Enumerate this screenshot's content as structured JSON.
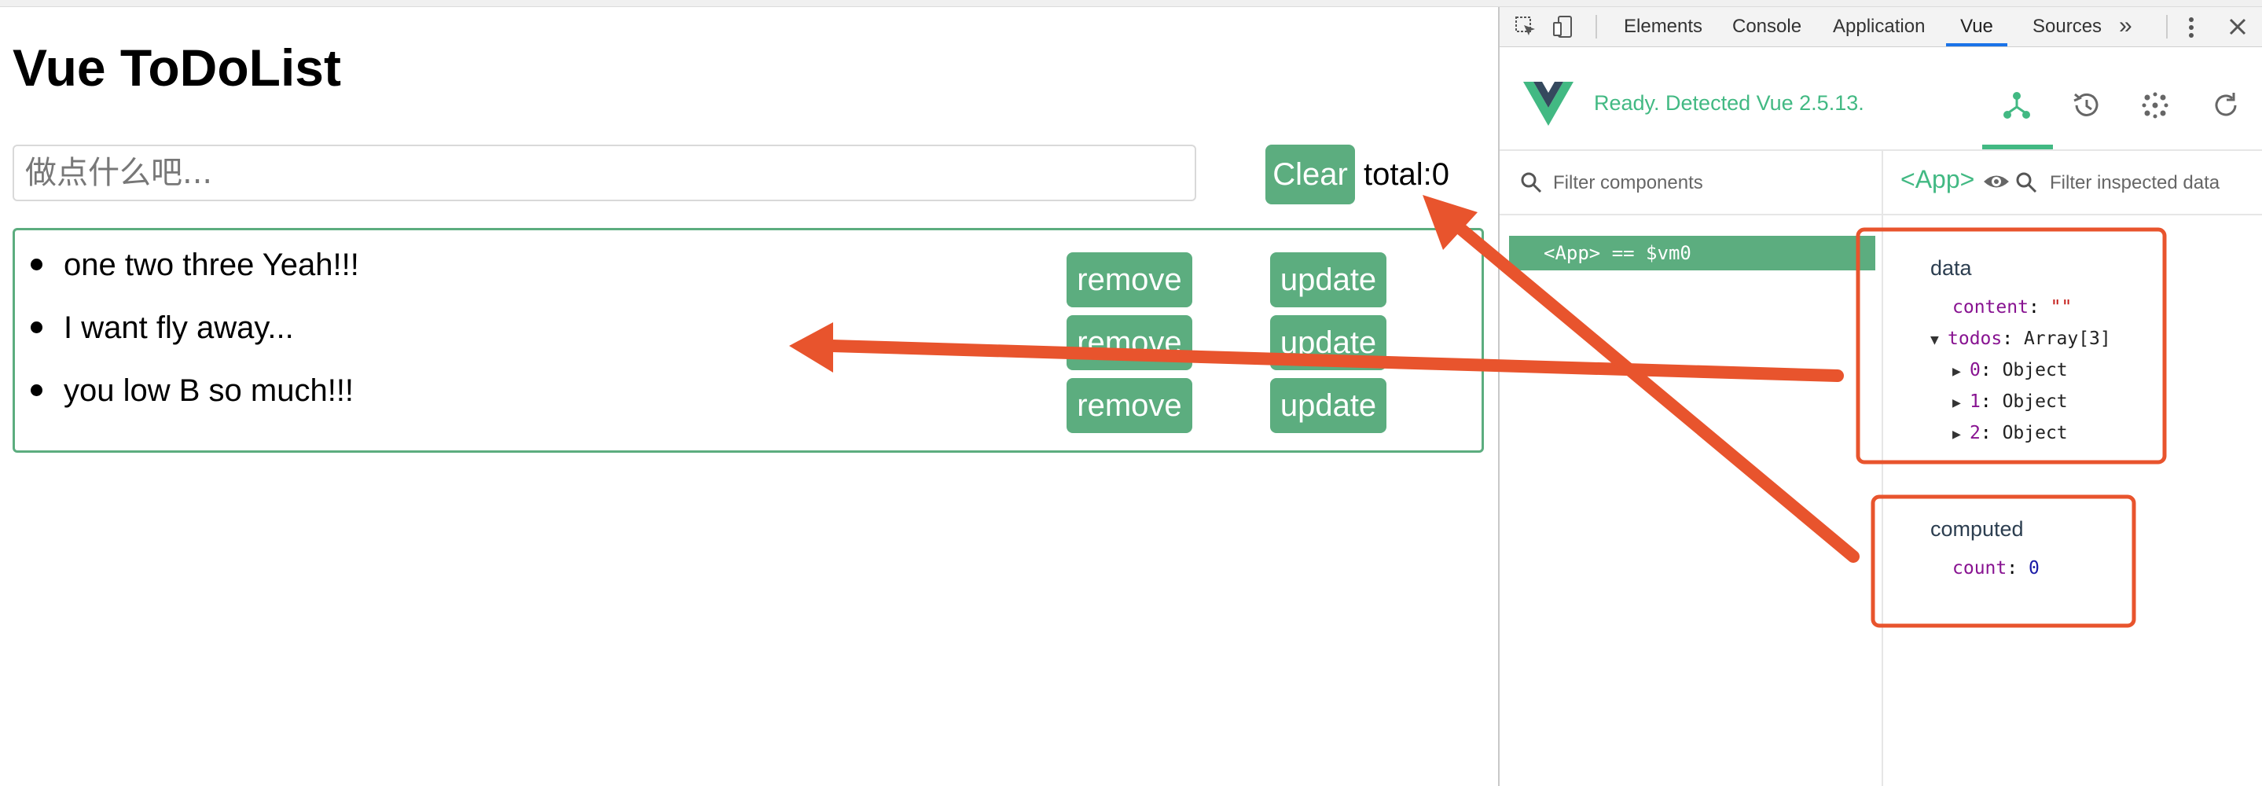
{
  "app": {
    "title": "Vue ToDoList",
    "input": {
      "placeholder": "做点什么吧...",
      "value": ""
    },
    "clear_label": "Clear",
    "total_label": "total:",
    "total_count": "0",
    "todos": [
      {
        "text": "one two three Yeah!!!",
        "remove_label": "remove",
        "update_label": "update"
      },
      {
        "text": "I want fly away...",
        "remove_label": "remove",
        "update_label": "update"
      },
      {
        "text": "you low B so much!!!",
        "remove_label": "remove",
        "update_label": "update"
      }
    ]
  },
  "devtools": {
    "tabs": [
      {
        "label": "Elements",
        "active": false
      },
      {
        "label": "Console",
        "active": false
      },
      {
        "label": "Application",
        "active": false
      },
      {
        "label": "Vue",
        "active": true
      },
      {
        "label": "Sources",
        "active": false
      }
    ],
    "more_label": "»",
    "vue_status": "Ready. Detected Vue 2.5.13.",
    "component_filter_placeholder": "Filter components",
    "tree_root": "<App> == $vm0",
    "inspected_tag": "<App>",
    "data_filter_placeholder": "Filter inspected data",
    "data_section": {
      "title": "data",
      "content_key": "content",
      "content_value": "\"\"",
      "todos_key": "todos",
      "todos_value": "Array[3]",
      "items": [
        {
          "key": "0",
          "value": "Object"
        },
        {
          "key": "1",
          "value": "Object"
        },
        {
          "key": "2",
          "value": "Object"
        }
      ]
    },
    "computed_section": {
      "title": "computed",
      "count_key": "count",
      "count_value": "0"
    }
  },
  "colors": {
    "button_green": "#5cad7f",
    "vue_green": "#42b983",
    "annotation_red": "#e8542d",
    "active_tab_blue": "#1a73e8"
  },
  "icons": [
    "inspect-element-icon",
    "device-toolbar-icon",
    "more-tabs-icon",
    "kebab-menu-icon",
    "close-icon",
    "vue-logo-icon",
    "components-tab-icon",
    "history-icon",
    "vuex-icon",
    "refresh-icon",
    "search-icon",
    "eye-icon"
  ]
}
